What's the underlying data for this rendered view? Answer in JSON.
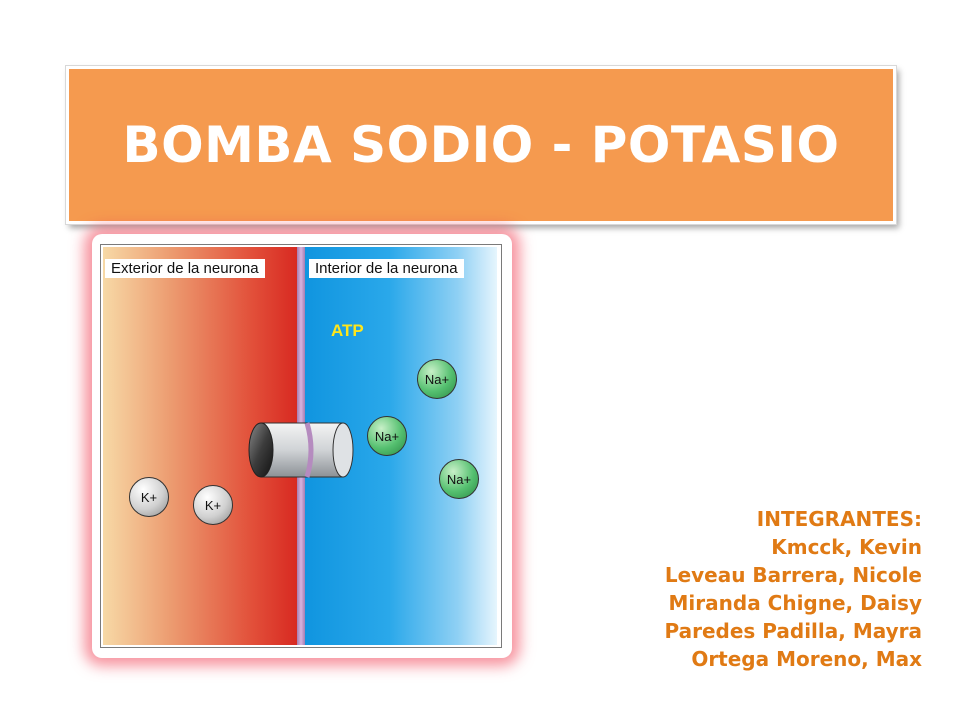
{
  "title": "BOMBA SODIO - POTASIO",
  "figure": {
    "exterior_label": "Exterior de la neurona",
    "interior_label": "Interior de la neurona",
    "atp_label": "ATP",
    "ions": [
      {
        "label": "Na+",
        "type": "sodium"
      },
      {
        "label": "Na+",
        "type": "sodium"
      },
      {
        "label": "Na+",
        "type": "sodium"
      },
      {
        "label": "K+",
        "type": "potassium"
      },
      {
        "label": "K+",
        "type": "potassium"
      }
    ]
  },
  "team": {
    "heading": "INTEGRANTES:",
    "members": [
      "Kmcck, Kevin",
      "Leveau Barrera, Nicole",
      "Miranda Chigne, Daisy",
      "Paredes Padilla, Mayra",
      "Ortega Moreno, Max"
    ],
    "color": "#e07a14"
  },
  "colors": {
    "title_bg": "#f59a4f",
    "exterior": "#d7261f",
    "interior": "#0f94df",
    "atp": "#ffe61a"
  }
}
